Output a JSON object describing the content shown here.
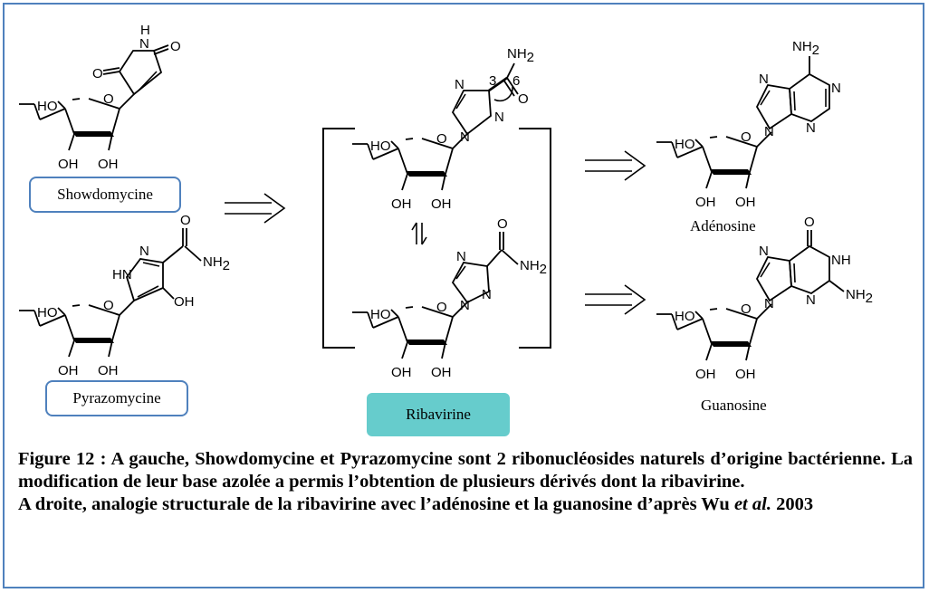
{
  "colors": {
    "frame_border": "#4f81bd",
    "label_outline": "#4f81bd",
    "ribavirine_fill": "#66cccc"
  },
  "labels": {
    "showdomycine": "Showdomycine",
    "pyrazomycine": "Pyrazomycine",
    "ribavirine": "Ribavirine",
    "adenosine": "Adénosine",
    "guanosine": "Guanosine"
  },
  "atoms": {
    "h": "H",
    "n": "N",
    "o": "O",
    "ho": "HO",
    "hn": "HN",
    "oh": "OH",
    "nh": "NH",
    "nh2_main": "NH",
    "sub2": "2",
    "num3": "3",
    "num6": "6"
  },
  "caption": {
    "para1": "Figure 12 :  A gauche, Showdomycine et Pyrazomycine sont 2 ribonucléosides naturels d’origine bactérienne. La modification de leur base azolée a permis l’obtention de plusieurs dérivés dont la ribavirine.",
    "para2_start": "A droite, analogie structurale de la ribavirine avec l’adénosine et la guanosine d’après Wu ",
    "para2_italic": "et al.",
    "para2_end": " 2003"
  }
}
